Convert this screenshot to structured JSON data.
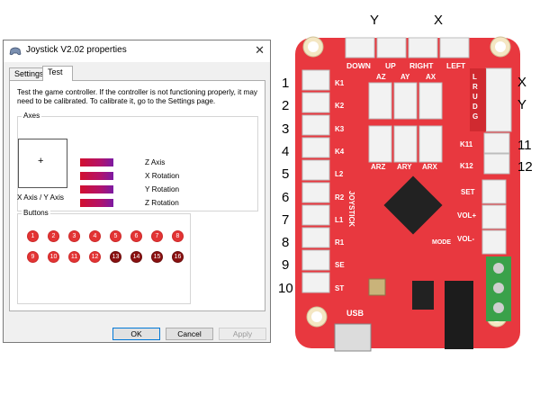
{
  "dialog": {
    "title": "Joystick V2.02 properties",
    "tabs": [
      "Settings",
      "Test"
    ],
    "description": "Test the game controller.  If the controller is not functioning properly, it may need to be calibrated.  To calibrate it, go to the Settings page.",
    "axes_group": "Axes",
    "xy_label": "X Axis / Y Axis",
    "xy_glyph": "+",
    "axes": [
      "Z Axis",
      "X Rotation",
      "Y Rotation",
      "Z Rotation"
    ],
    "buttons_group": "Buttons",
    "buttons": [
      {
        "n": "1",
        "pressed": true
      },
      {
        "n": "2",
        "pressed": true
      },
      {
        "n": "3",
        "pressed": true
      },
      {
        "n": "4",
        "pressed": true
      },
      {
        "n": "5",
        "pressed": true
      },
      {
        "n": "6",
        "pressed": true
      },
      {
        "n": "7",
        "pressed": true
      },
      {
        "n": "8",
        "pressed": true
      },
      {
        "n": "9",
        "pressed": true
      },
      {
        "n": "10",
        "pressed": true
      },
      {
        "n": "11",
        "pressed": true
      },
      {
        "n": "12",
        "pressed": true
      },
      {
        "n": "13",
        "pressed": false
      },
      {
        "n": "14",
        "pressed": false
      },
      {
        "n": "15",
        "pressed": false
      },
      {
        "n": "16",
        "pressed": false
      }
    ],
    "ok": "OK",
    "cancel": "Cancel",
    "apply": "Apply",
    "close_glyph": "✕"
  },
  "board": {
    "top_labels": [
      "Y",
      "X"
    ],
    "right_labels": [
      "X",
      "Y"
    ],
    "dir_labels": [
      "DOWN",
      "UP",
      "RIGHT",
      "LEFT"
    ],
    "left_numbers": [
      "1",
      "2",
      "3",
      "4",
      "5",
      "6",
      "7",
      "8",
      "9",
      "10"
    ],
    "right_numbers": [
      "11",
      "12"
    ],
    "k_pins": [
      "K1",
      "K2",
      "K3",
      "K4",
      "L2",
      "R2",
      "L1",
      "R1",
      "SE",
      "ST"
    ],
    "k_right": [
      "K11",
      "K12"
    ],
    "side_pins": [
      "SET",
      "VOL+",
      "VOL-"
    ],
    "axis_top": [
      "AZ",
      "AY",
      "AX"
    ],
    "axis_bottom": [
      "ARZ",
      "ARY",
      "ARX"
    ],
    "lrudg": "L R U D G",
    "joystick_text": "JOYSTICK",
    "mode_text": "MODE",
    "usb_text": "USB",
    "colors": {
      "pcb": "#e8383f",
      "header": "#f2f2f2"
    }
  }
}
